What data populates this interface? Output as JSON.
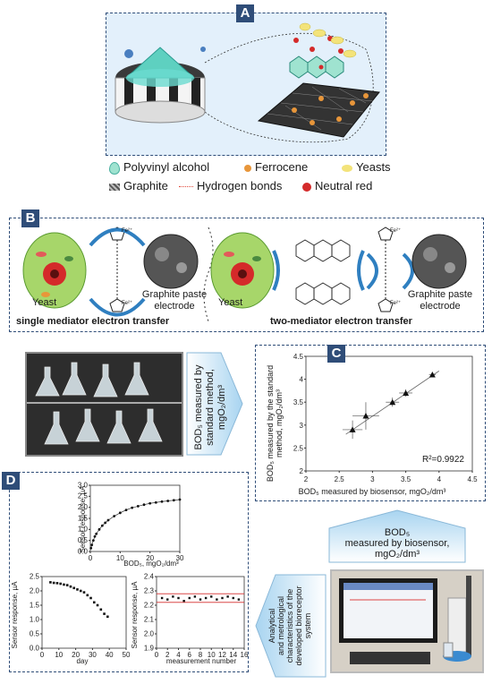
{
  "panelA": {
    "label": "A",
    "legend": [
      {
        "text": "Polyvinyl alcohol",
        "color": "#9fe3d0",
        "icon": "pva-drop-icon"
      },
      {
        "text": "Ferrocene",
        "color": "#e8963a",
        "icon": "ferrocene-dot-icon"
      },
      {
        "text": "Yeasts",
        "color": "#f3e37a",
        "icon": "yeast-icon"
      },
      {
        "text": "Graphite",
        "color": "#555555",
        "icon": "graphite-icon"
      },
      {
        "text": "Hydrogen bonds",
        "color": "#e04a3a",
        "icon": "hydrogen-bond-line-icon"
      },
      {
        "text": "Neutral red",
        "color": "#d42a2a",
        "icon": "neutral-red-dot-icon"
      }
    ]
  },
  "panelB": {
    "label": "B",
    "yeast_label": "Yeast",
    "fe_label": "Fe²⁺",
    "electrode_label_line1": "Graphite paste",
    "electrode_label_line2": "electrode",
    "caption_single": "single mediator electron transfer",
    "caption_two": "two-mediator electron transfer"
  },
  "arrow_left": {
    "line1": "BOD₅ measured by",
    "line2": "standard method,",
    "line3": "mgO₂/dm³"
  },
  "arrow_down": {
    "line1": "BOD₅",
    "line2": "measured by biosensor,",
    "line3": "mgO₂/dm³"
  },
  "arrow_up": {
    "line1": "Analytical",
    "line2": "and metrological",
    "line3": "characteristics of the",
    "line4": "developed bioreceptor",
    "line5": "system"
  },
  "panelC": {
    "label": "C",
    "chart_data": {
      "type": "scatter",
      "xlabel": "BOD₅ measured by biosensor, mgO₂/dm³",
      "ylabel_line1": "BOD₅ measured by the standard",
      "ylabel_line2": "method, mgO₂/dm³",
      "xlim": [
        2,
        4.5
      ],
      "ylim": [
        2,
        4.5
      ],
      "xticks": [
        "2",
        "2.5",
        "3",
        "3.5",
        "4",
        "4.5"
      ],
      "yticks": [
        "2",
        "2.5",
        "3",
        "3.5",
        "4",
        "4.5"
      ],
      "annotation": "R²=0.9922",
      "points": [
        {
          "x": 2.7,
          "y": 2.9,
          "xerr": 0.15,
          "yerr": 0.2
        },
        {
          "x": 2.9,
          "y": 3.2,
          "xerr": 0.2,
          "yerr": 0.3
        },
        {
          "x": 3.3,
          "y": 3.5,
          "xerr": 0.1,
          "yerr": 0.1
        },
        {
          "x": 3.5,
          "y": 3.7,
          "xerr": 0.1,
          "yerr": 0.08
        },
        {
          "x": 3.9,
          "y": 4.1,
          "xerr": 0.05,
          "yerr": 0.05
        }
      ],
      "fit": [
        [
          2.6,
          2.8
        ],
        [
          4.0,
          4.18
        ]
      ]
    }
  },
  "panelD": {
    "label": "D",
    "chart_data": [
      {
        "type": "line",
        "xlabel": "BOD₅, mgO₂/dm³",
        "ylabel": "Sensor response, µA",
        "xlim": [
          0,
          30
        ],
        "ylim": [
          0,
          3
        ],
        "xticks": [
          "0",
          "10",
          "20",
          "30"
        ],
        "yticks": [
          "0.0",
          "0.5",
          "1.0",
          "1.5",
          "2.0",
          "2.5",
          "3.0"
        ],
        "x": [
          0.2,
          0.5,
          1,
          1.5,
          2,
          3,
          4,
          5,
          6,
          8,
          10,
          12,
          14,
          16,
          18,
          20,
          22,
          24,
          26,
          28,
          30
        ],
        "y": [
          0.15,
          0.3,
          0.5,
          0.68,
          0.8,
          1.0,
          1.17,
          1.3,
          1.42,
          1.6,
          1.75,
          1.88,
          1.98,
          2.05,
          2.12,
          2.18,
          2.22,
          2.26,
          2.29,
          2.32,
          2.35
        ]
      },
      {
        "type": "scatter",
        "xlabel": "day",
        "ylabel": "Sensor response, µA",
        "xlim": [
          0,
          50
        ],
        "ylim": [
          0,
          2.5
        ],
        "xticks": [
          "0",
          "10",
          "20",
          "30",
          "40",
          "50"
        ],
        "yticks": [
          "0.0",
          "0.5",
          "1.0",
          "1.5",
          "2.0",
          "2.5"
        ],
        "x": [
          5,
          7,
          9,
          11,
          13,
          15,
          17,
          19,
          21,
          23,
          25,
          27,
          29,
          31,
          33,
          35,
          37,
          39
        ],
        "y": [
          2.3,
          2.28,
          2.27,
          2.25,
          2.22,
          2.2,
          2.15,
          2.1,
          2.05,
          2.0,
          1.95,
          1.85,
          1.75,
          1.6,
          1.5,
          1.35,
          1.2,
          1.1
        ]
      },
      {
        "type": "scatter",
        "xlabel": "measurement number",
        "ylabel": "Sensor response, µA",
        "xlim": [
          0,
          16
        ],
        "ylim": [
          1.9,
          2.4
        ],
        "xticks": [
          "0",
          "2",
          "4",
          "6",
          "8",
          "10",
          "12",
          "14",
          "16"
        ],
        "yticks": [
          "1.9",
          "2.0",
          "2.1",
          "2.2",
          "2.3",
          "2.4"
        ],
        "x": [
          1,
          2,
          3,
          4,
          5,
          6,
          7,
          8,
          9,
          10,
          11,
          12,
          13,
          14,
          15
        ],
        "y": [
          2.25,
          2.24,
          2.26,
          2.25,
          2.23,
          2.25,
          2.26,
          2.24,
          2.25,
          2.26,
          2.24,
          2.25,
          2.26,
          2.25,
          2.24
        ],
        "bands": [
          2.22,
          2.28
        ]
      }
    ]
  }
}
